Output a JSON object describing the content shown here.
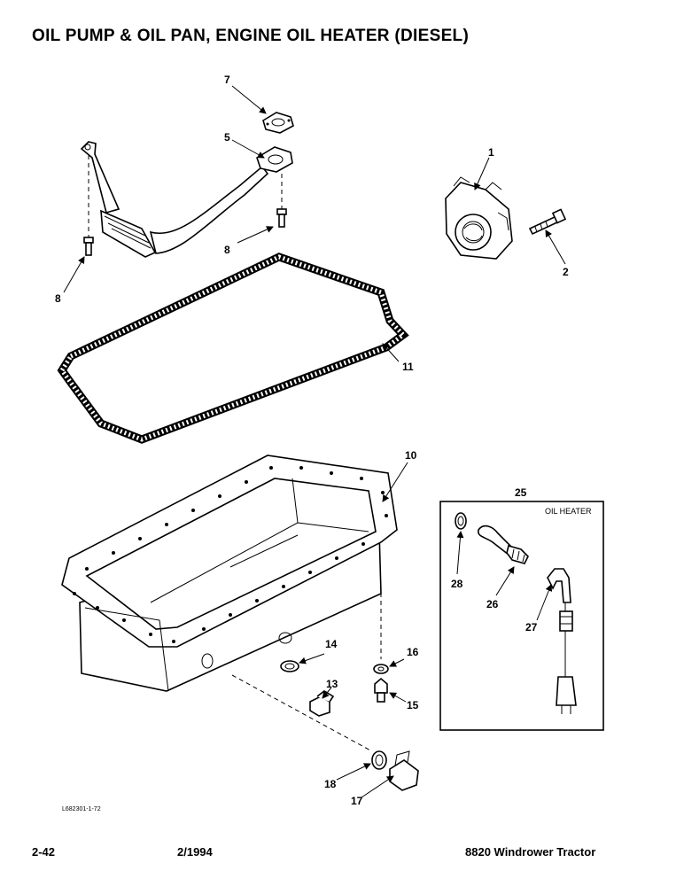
{
  "title": "OIL PUMP & OIL PAN, ENGINE OIL HEATER (DIESEL)",
  "kit_box_label": "OIL HEATER",
  "drawing_id": "L682301-1-72",
  "footer": {
    "page": "2-42",
    "date": "2/1994",
    "model": "8820 Windrower Tractor"
  },
  "callouts": {
    "c1": "1",
    "c2": "2",
    "c5": "5",
    "c7": "7",
    "c8a": "8",
    "c8b": "8",
    "c10": "10",
    "c11": "11",
    "c13": "13",
    "c14": "14",
    "c15": "15",
    "c16": "16",
    "c17": "17",
    "c18": "18",
    "c25": "25",
    "c26": "26",
    "c27": "27",
    "c28": "28"
  }
}
